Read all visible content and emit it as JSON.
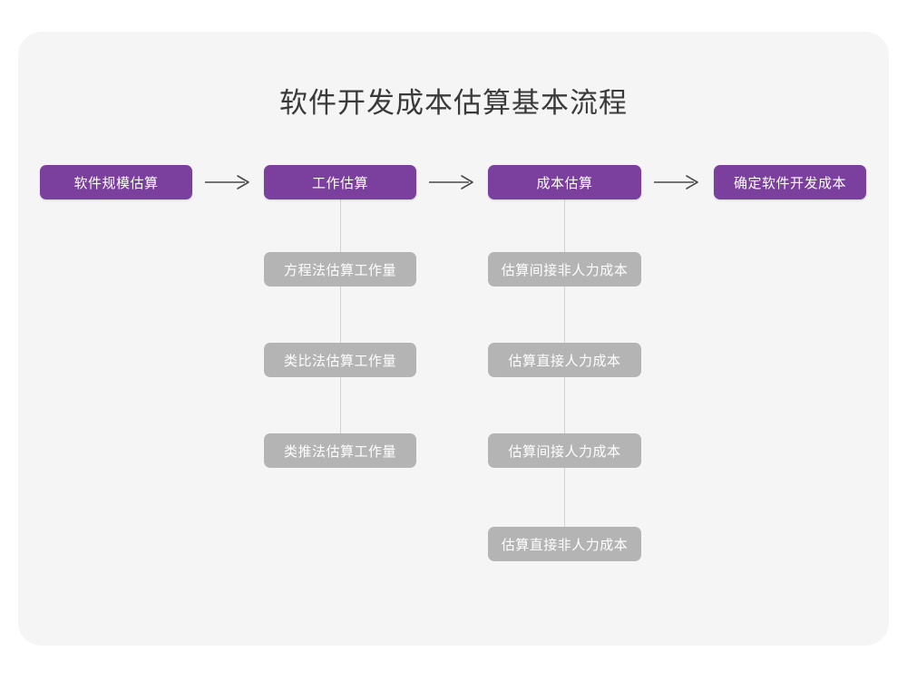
{
  "diagram": {
    "title": "软件开发成本估算基本流程",
    "type": "flowchart",
    "colors": {
      "card_background": "#f5f5f5",
      "page_background": "#ffffff",
      "primary_node": "#7b3f9d",
      "secondary_node": "#b4b4b4",
      "node_text": "#ffffff",
      "title_text": "#3a3a3a",
      "connector": "#d2d2d2",
      "arrow": "#4a4a4a"
    },
    "main_flow": [
      {
        "id": "step-1",
        "label": "软件规模估算"
      },
      {
        "id": "step-2",
        "label": "工作估算"
      },
      {
        "id": "step-3",
        "label": "成本估算"
      },
      {
        "id": "step-4",
        "label": "确定软件开发成本"
      }
    ],
    "arrows": [
      {
        "id": "arrow-1",
        "glyph": "arrow-right-icon",
        "from": "step-1",
        "to": "step-2"
      },
      {
        "id": "arrow-2",
        "glyph": "arrow-right-icon",
        "from": "step-2",
        "to": "step-3"
      },
      {
        "id": "arrow-3",
        "glyph": "arrow-right-icon",
        "from": "step-3",
        "to": "step-4"
      }
    ],
    "branches": [
      {
        "parent": "step-2",
        "parent_label": "工作估算",
        "items": [
          {
            "id": "work-1",
            "label": "方程法估算工作量"
          },
          {
            "id": "work-2",
            "label": "类比法估算工作量"
          },
          {
            "id": "work-3",
            "label": "类推法估算工作量"
          }
        ]
      },
      {
        "parent": "step-3",
        "parent_label": "成本估算",
        "items": [
          {
            "id": "cost-1",
            "label": "估算间接非人力成本"
          },
          {
            "id": "cost-2",
            "label": "估算直接人力成本"
          },
          {
            "id": "cost-3",
            "label": "估算间接人力成本"
          },
          {
            "id": "cost-4",
            "label": "估算直接非人力成本"
          }
        ]
      }
    ]
  }
}
